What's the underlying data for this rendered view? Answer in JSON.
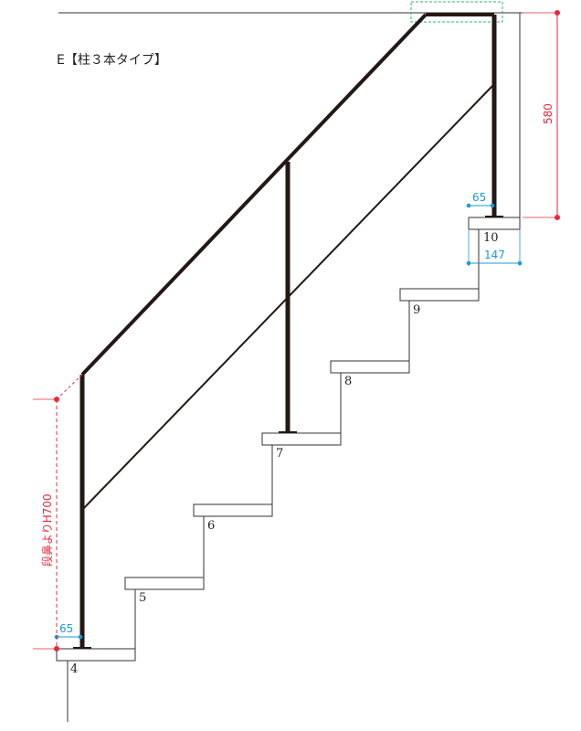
{
  "title": "E【柱３本タイプ】",
  "steps": [
    {
      "label": "4"
    },
    {
      "label": "5"
    },
    {
      "label": "6"
    },
    {
      "label": "7"
    },
    {
      "label": "8"
    },
    {
      "label": "9"
    },
    {
      "label": "10"
    }
  ],
  "dimensions": {
    "top_post_offset": "65",
    "bottom_post_offset": "65",
    "top_step_depth": "147",
    "top_height": "580",
    "bottom_height": "段鼻よりH700"
  },
  "colors": {
    "rail": "#231815",
    "blue_dim": "#1a9ad6",
    "red_dim": "#e8283c",
    "green_highlight": "#2bb673"
  }
}
